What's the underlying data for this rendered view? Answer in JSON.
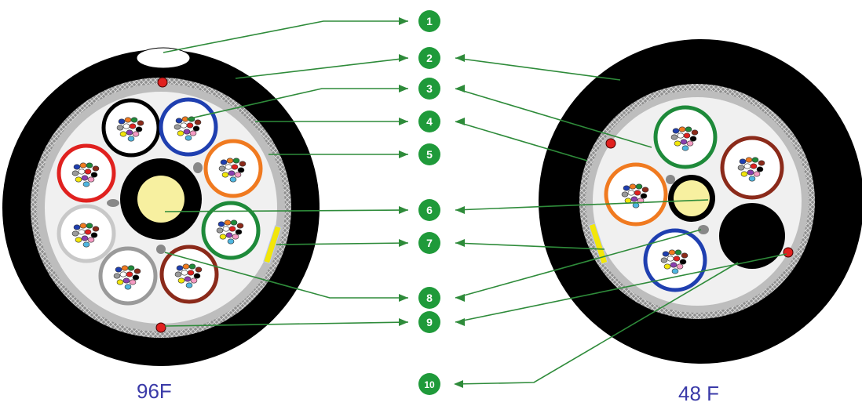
{
  "captions": {
    "left": "96F",
    "right": "48 F"
  },
  "callout_numbers": [
    "1",
    "2",
    "3",
    "4",
    "5",
    "6",
    "7",
    "8",
    "9",
    "10"
  ],
  "colors": {
    "outer_jacket": "#000000",
    "armor": "#9a9a9a",
    "inner_sheath": "#f0f0f0",
    "leader_line": "#2e8b3a",
    "badge": "#1f9a3a",
    "central_member": "#f7f0a0",
    "ripcord": "#e0211f",
    "water_blocking_tape": "#f2e60a",
    "tube_colors": [
      "#1f3fb0",
      "#f07a20",
      "#1e8a3a",
      "#8b2a1a",
      "#9a9a9a",
      "#c8c8c8",
      "#e0211f",
      "#000000"
    ]
  }
}
